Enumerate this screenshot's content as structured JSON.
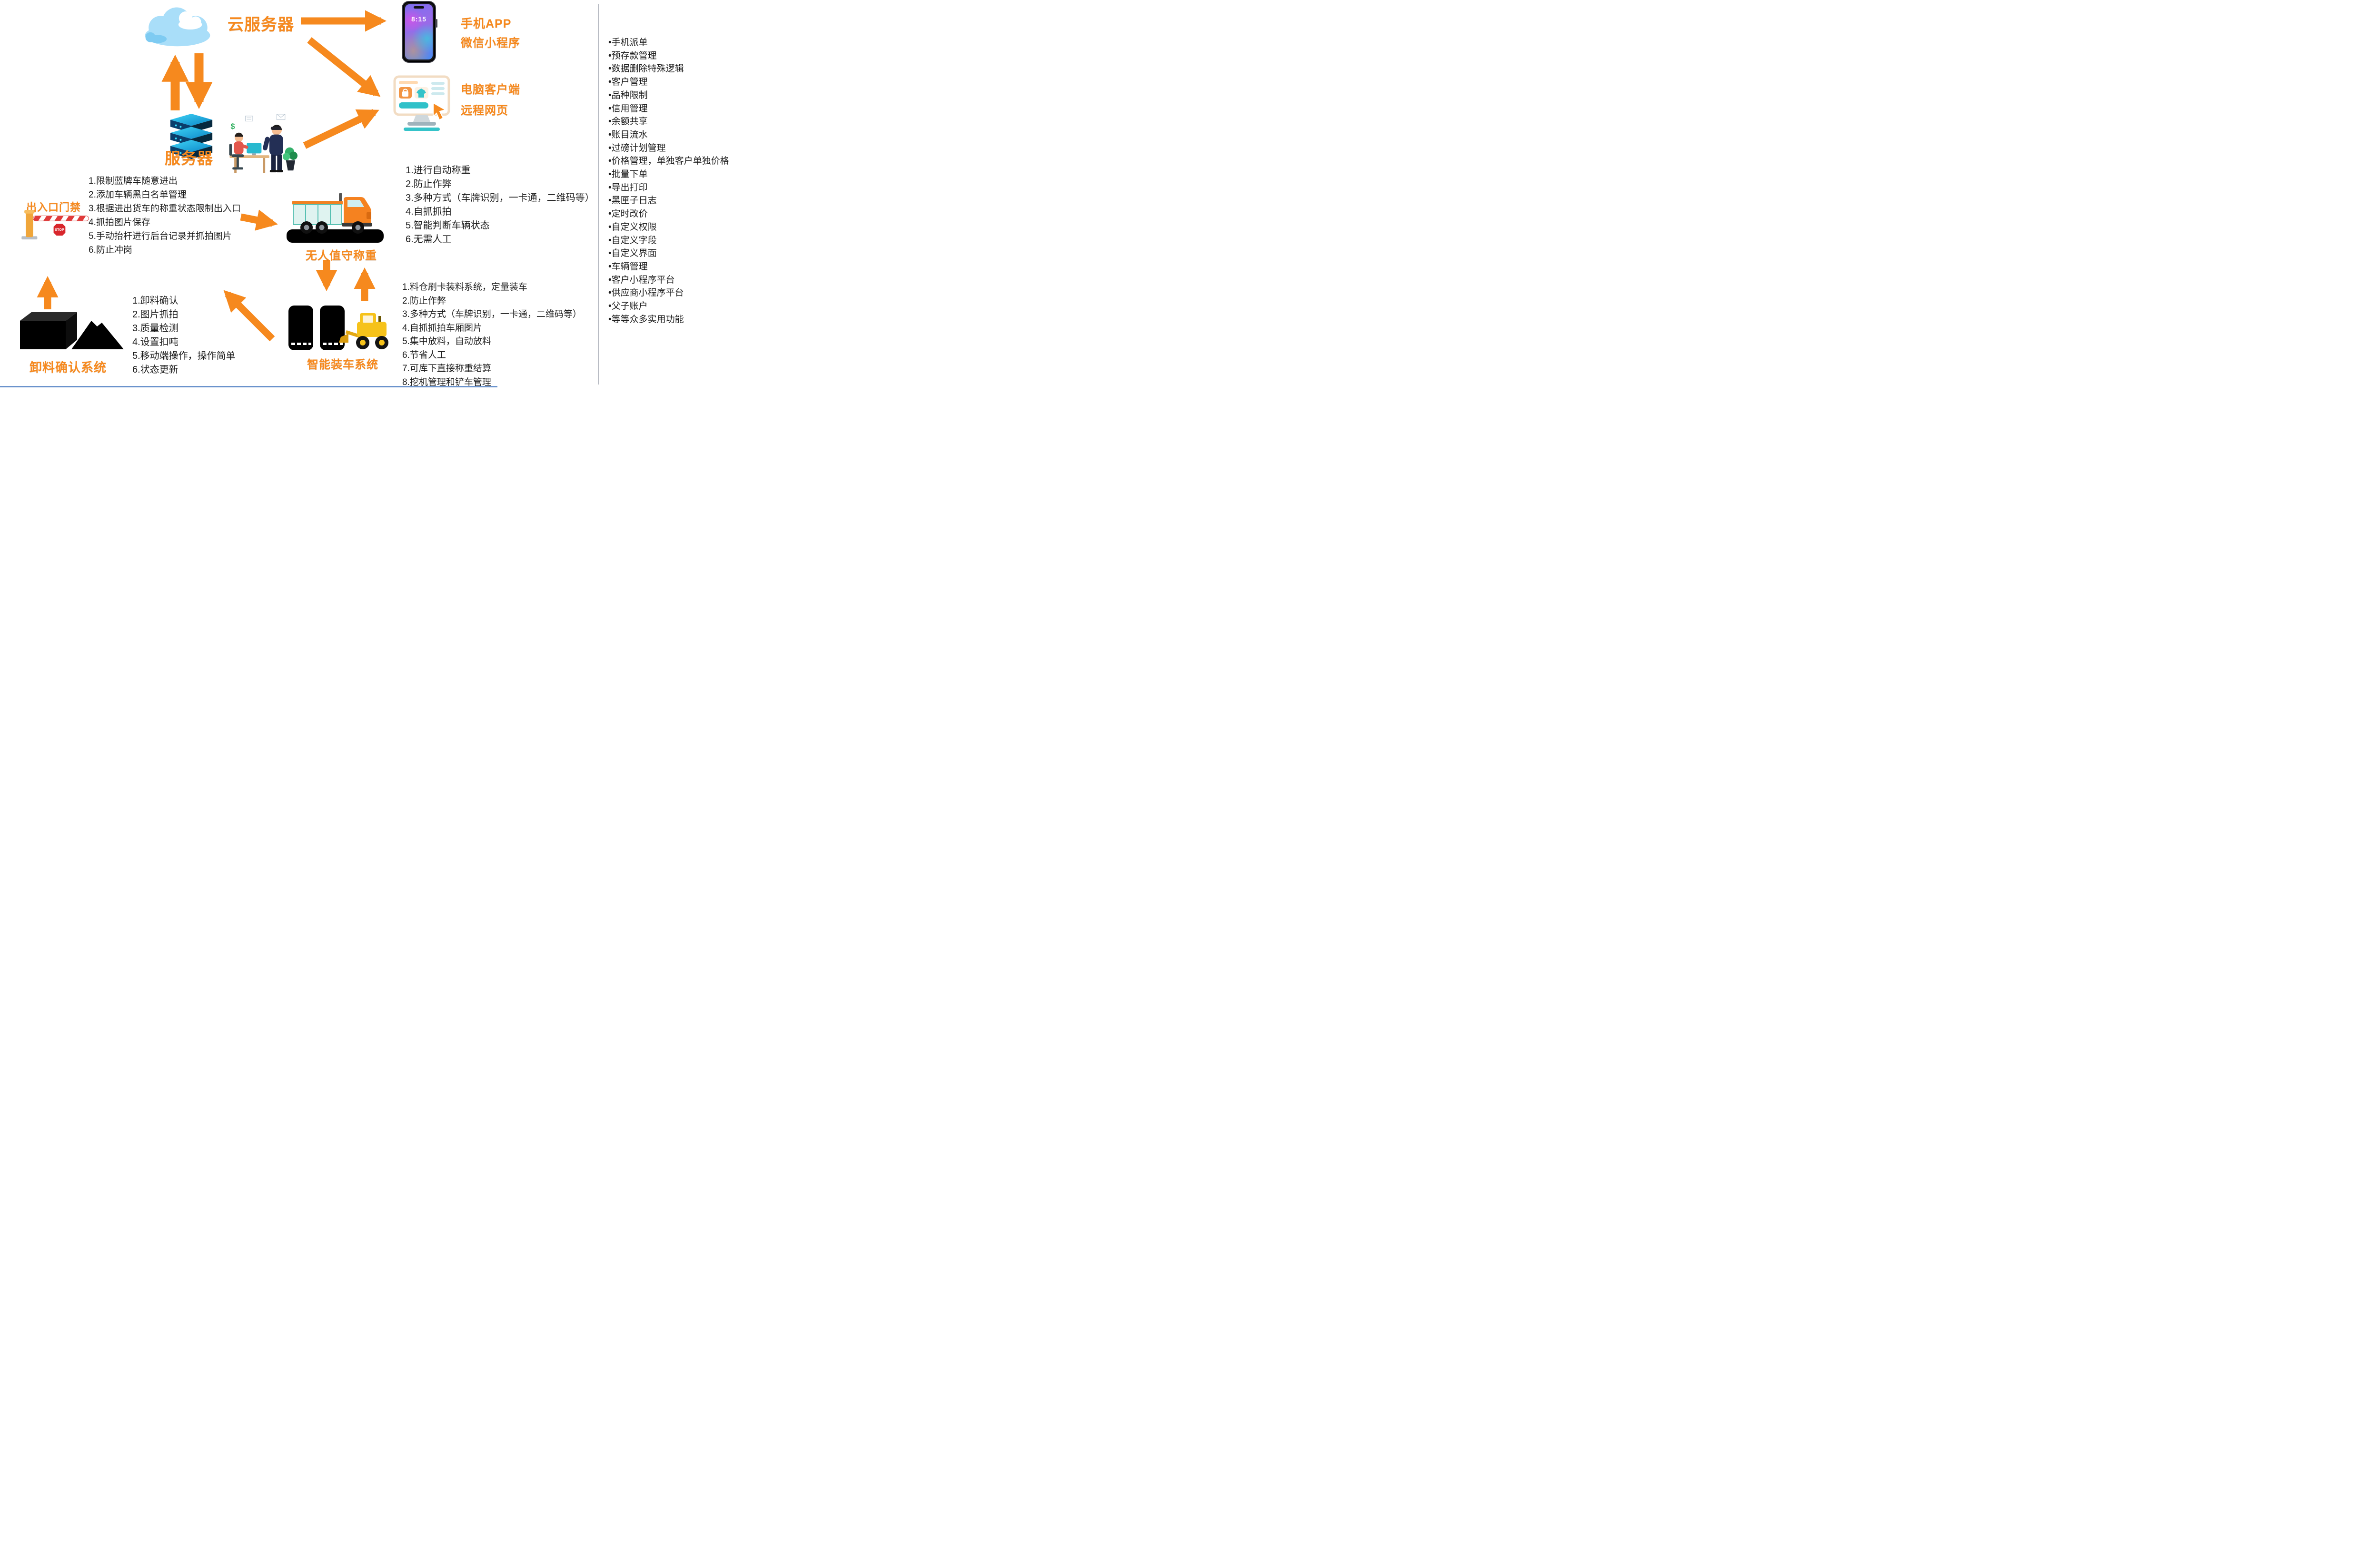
{
  "colors": {
    "accent": "#f6891e",
    "ink": "#1c1c1c",
    "stop-red": "#d8262c"
  },
  "nodes": {
    "cloud": {
      "label": "云服务器"
    },
    "phone": {
      "time": "8:15",
      "label_app": "手机APP",
      "label_mini": "微信小程序"
    },
    "pc": {
      "label_client": "电脑客户端",
      "label_web": "远程网页"
    },
    "server": {
      "label": "服务器"
    },
    "team": {
      "dollar_sign": "$"
    },
    "gate": {
      "label": "出入口门禁",
      "stop_sign": "STOP"
    },
    "weighbridge": {
      "label": "无人值守称重"
    },
    "loading": {
      "label": "智能装车系统"
    },
    "unload": {
      "label": "卸料确认系统"
    }
  },
  "lists": {
    "gate": [
      "1.限制蓝牌车随意进出",
      "2.添加车辆黑白名单管理",
      "3.根据进出货车的称重状态限制出入口",
      "4.抓拍图片保存",
      "5.手动抬杆进行后台记录并抓拍图片",
      "6.防止冲岗"
    ],
    "weigh": [
      "1.进行自动称重",
      "2.防止作弊",
      "3.多种方式（车牌识别，一卡通，二维码等）",
      "4.自抓抓拍",
      "5.智能判断车辆状态",
      "6.无需人工"
    ],
    "unload": [
      "1.卸料确认",
      "2.图片抓拍",
      "3.质量检测",
      "4.设置扣吨",
      "5.移动端操作，操作简单",
      "6.状态更新"
    ],
    "loading": [
      "1.料仓刷卡装料系统，定量装车",
      "2.防止作弊",
      "3.多种方式（车牌识别，一卡通，二维码等）",
      "4.自抓抓拍车厢图片",
      "5.集中放料，自动放料",
      "6.节省人工",
      "7.可库下直接称重结算",
      "8.挖机管理和铲车管理"
    ],
    "features": [
      "•手机派单",
      "•预存款管理",
      "•数据删除特殊逻辑",
      "•客户管理",
      "•品种限制",
      "•信用管理",
      "•余额共享",
      "•账目流水",
      "•过磅计划管理",
      "•价格管理，单独客户单独价格",
      "•批量下单",
      "•导出打印",
      "•黑匣子日志",
      "•定时改价",
      "•自定义权限",
      "•自定义字段",
      "•自定义界面",
      "•车辆管理",
      "•客户小程序平台",
      "•供应商小程序平台",
      "•父子账户",
      "•等等众多实用功能"
    ]
  }
}
